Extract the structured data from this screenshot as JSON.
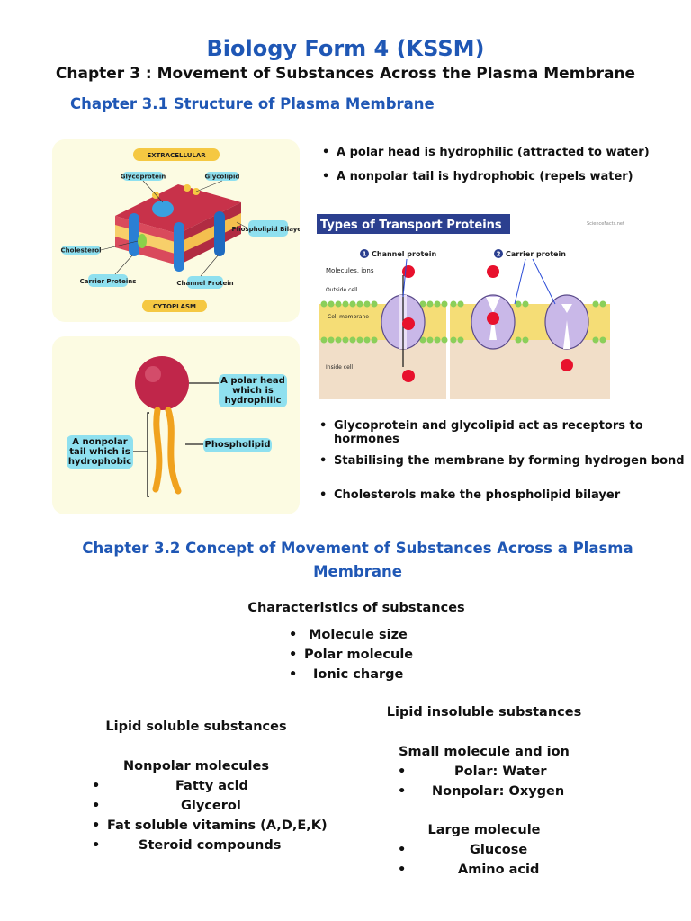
{
  "header": {
    "title": "Biology Form 4 (KSSM)",
    "subtitle": "Chapter 3 : Movement of Substances Across the Plasma Membrane"
  },
  "section_3_1": {
    "heading": "Chapter 3.1 Structure of Plasma Membrane",
    "top_bullets": [
      "A polar head is hydrophilic (attracted to water)",
      "A nonpolar tail is hydrophobic (repels water)"
    ],
    "membrane_diagram": {
      "labels": [
        "EXTRACELLULAR",
        "Glycoprotein",
        "Glycolipid",
        "Phospholipid Bilayer",
        "Cholesterol",
        "Carrier Proteins",
        "Channel Protein",
        "CYTOPLASM"
      ]
    },
    "phospholipid_diagram": {
      "head_label": "A polar head which is hydrophilic",
      "tail_label": "A nonpolar tail which is hydrophobic",
      "name_label": "Phospholipid"
    },
    "transport_diagram": {
      "title": "Types of Transport Proteins",
      "brand": "ScienceFacts.net",
      "channel_label": "Channel protein",
      "carrier_label": "Carrier protein",
      "channel_number": "1",
      "carrier_number": "2",
      "molecules_label": "Molecules, ions",
      "outside_label": "Outside cell",
      "membrane_label": "Cell membrane",
      "inside_label": "Inside cell"
    },
    "lower_bullets": [
      "Glycoprotein and glycolipid act as receptors to hormones",
      "Stabilising the membrane by forming hydrogen bond",
      "Cholesterols make the phospholipid bilayer"
    ]
  },
  "section_3_2": {
    "heading_line1": "Chapter 3.2 Concept of Movement of Substances Across a Plasma",
    "heading_line2": "Membrane",
    "characteristics_heading": "Characteristics of substances",
    "characteristics": [
      "Molecule size",
      "Polar molecule",
      "Ionic charge"
    ],
    "lipid_soluble": {
      "heading": "Lipid soluble substances",
      "subheading": "Nonpolar molecules",
      "items": [
        "Fatty acid",
        "Glycerol",
        "Fat soluble vitamins (A,D,E,K)",
        "Steroid compounds"
      ]
    },
    "lipid_insoluble": {
      "heading": "Lipid insoluble substances",
      "small_heading": "Small molecule and ion",
      "small_items": [
        "Polar: Water",
        "Nonpolar: Oxygen"
      ],
      "large_heading": "Large molecule",
      "large_items": [
        "Glucose",
        "Amino acid"
      ]
    }
  },
  "colors": {
    "heading_blue": "#1f57b5",
    "panel_bg": "#fcfbe2",
    "label_box": "#8fe0ef",
    "head_red": "#c0264a",
    "tail_orange": "#f0a21e"
  }
}
